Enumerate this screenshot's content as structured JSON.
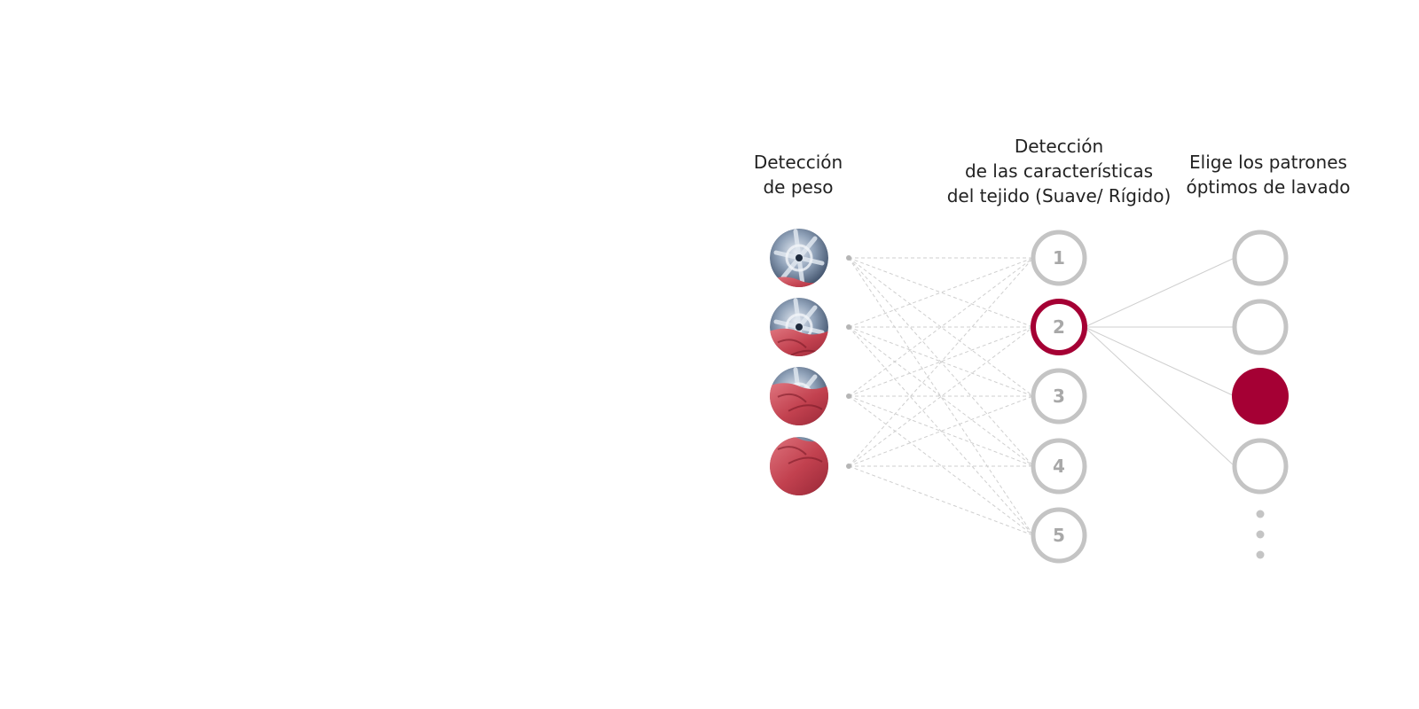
{
  "headings": {
    "weight": [
      "Detección",
      "de peso"
    ],
    "fabric": [
      "Detección",
      "de las características",
      "del tejido (Suave/ Rígido)"
    ],
    "patterns": [
      "Elige los patrones",
      "óptimos de lavado"
    ]
  },
  "weight_levels": [
    {
      "icon": "laundry-drum-light-load-icon",
      "fill": 0.15
    },
    {
      "icon": "laundry-drum-medium-load-icon",
      "fill": 0.45
    },
    {
      "icon": "laundry-drum-heavy-load-icon",
      "fill": 0.7
    },
    {
      "icon": "laundry-drum-full-load-icon",
      "fill": 1.0
    }
  ],
  "fabric_nodes": [
    "1",
    "2",
    "3",
    "4",
    "5"
  ],
  "fabric_selected_index": 1,
  "pattern_nodes": 4,
  "pattern_selected_index": 2,
  "colors": {
    "accent": "#a50034",
    "node_gray": "#c4c4c4",
    "number_gray": "#a8a8a8",
    "line_gray": "#cfcfcf",
    "heading_text": "#222222"
  }
}
